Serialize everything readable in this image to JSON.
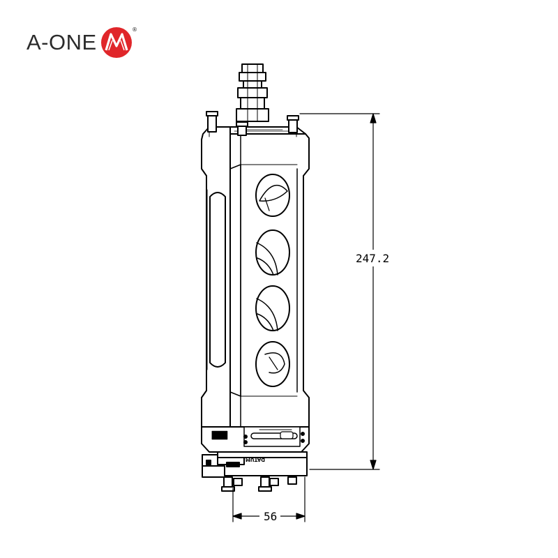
{
  "logo": {
    "text": "A-ONE",
    "mark": "m-logo-icon",
    "registered": "®",
    "brand_color": "#e0262a",
    "text_color": "#2b2b2b"
  },
  "dimensions": {
    "height_label": "247.2",
    "width_label": "56"
  },
  "part_labels": {
    "base_label": "DATUM"
  }
}
